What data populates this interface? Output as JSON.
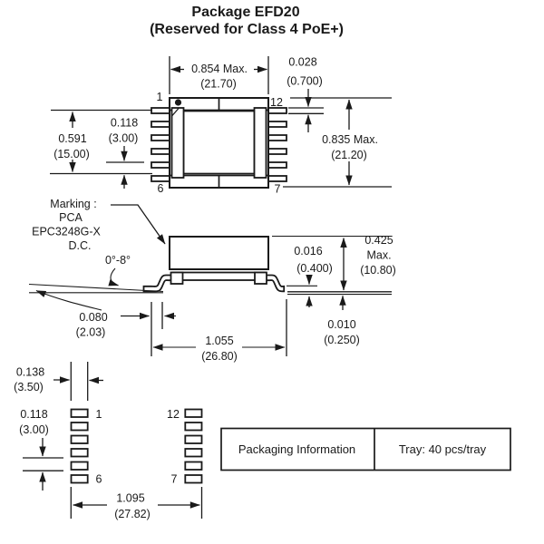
{
  "title": {
    "line1": "Package EFD20",
    "line2": "(Reserved for Class 4 PoE+)"
  },
  "top_view": {
    "pin1": "1",
    "pin12": "12",
    "pin6": "6",
    "pin7": "7",
    "dim_width_in": "0.854 Max.",
    "dim_width_mm": "(21.70)",
    "dim_lead_in": "0.028",
    "dim_lead_mm": "(0.700)",
    "dim_height_in": "0.835 Max.",
    "dim_height_mm": "(21.20)",
    "dim_span_in": "0.591",
    "dim_span_mm": "(15.00)",
    "dim_pitch_in": "0.118",
    "dim_pitch_mm": "(3.00)"
  },
  "side_view": {
    "marking_label": "Marking :",
    "marking_line1": "PCA",
    "marking_line2": "EPC3248G-X",
    "marking_line3": "D.C.",
    "dim_angle": "0°-8°",
    "dim_foot_in": "0.080",
    "dim_foot_mm": "(2.03)",
    "dim_span_in": "1.055",
    "dim_span_mm": "(26.80)",
    "dim_thick_in": "0.016",
    "dim_thick_mm": "(0.400)",
    "dim_height_in": "0.425",
    "dim_height_max": "Max.",
    "dim_height_mm": "(10.80)",
    "dim_standoff_in": "0.010",
    "dim_standoff_mm": "(0.250)"
  },
  "footprint": {
    "pin1": "1",
    "pin6": "6",
    "pin7": "7",
    "pin12": "12",
    "dim_pad_in": "0.138",
    "dim_pad_mm": "(3.50)",
    "dim_pitch_in": "0.118",
    "dim_pitch_mm": "(3.00)",
    "dim_span_in": "1.095",
    "dim_span_mm": "(27.82)"
  },
  "packaging": {
    "label": "Packaging Information",
    "value": "Tray: 40 pcs/tray"
  }
}
